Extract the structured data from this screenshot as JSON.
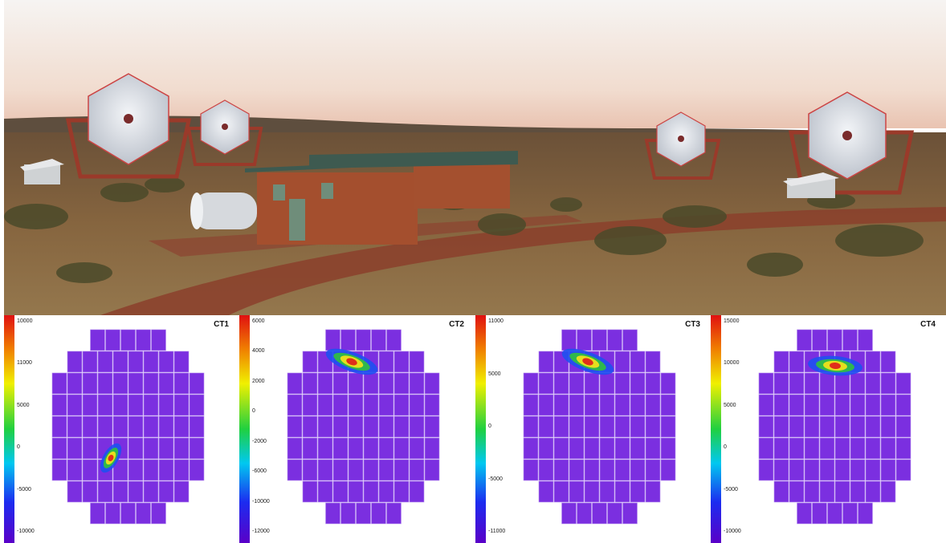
{
  "photo": {
    "subject": "telescope-array-landscape",
    "colors": {
      "sky_top": "#f4f1ee",
      "sky_horizon": "#eec9b8",
      "hills": "#6f5a45",
      "grass": "#8a6a45",
      "dirt_road": "#8a3b2a",
      "mirror": "#d9dde4",
      "frame": "#9a3a2a",
      "building_wall": "#a8502e",
      "roof": "#3f5a4f"
    }
  },
  "panels": [
    {
      "label": "CT1",
      "ticks": [
        "10000",
        "11000",
        "5000",
        "0",
        "-5000",
        "-10000"
      ],
      "hotspot": "lower-center"
    },
    {
      "label": "CT2",
      "ticks": [
        "6000",
        "4000",
        "2000",
        "0",
        "-2000",
        "-6000",
        "-10000",
        "-12000"
      ],
      "hotspot": "top-center"
    },
    {
      "label": "CT3",
      "ticks": [
        "11000",
        "5000",
        "0",
        "-5000",
        "-11000"
      ],
      "hotspot": "top-center"
    },
    {
      "label": "CT4",
      "ticks": [
        "15000",
        "10000",
        "5000",
        "0",
        "-5000",
        "-10000"
      ],
      "hotspot": "top-center"
    }
  ],
  "colors": {
    "pixel_base": "#7b2fe0",
    "pixel_grid": "#b792f0",
    "hot_red": "#e0201a",
    "hot_yellow": "#f5e21a",
    "hot_green": "#30c040",
    "hot_blue": "#2050f0"
  }
}
